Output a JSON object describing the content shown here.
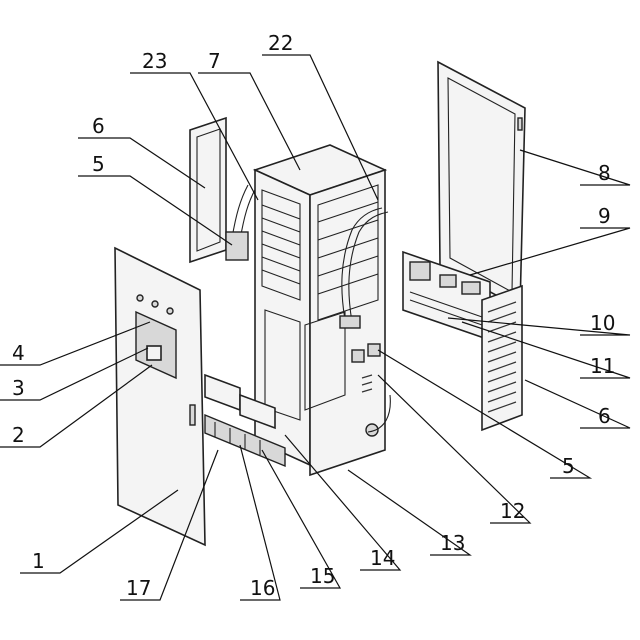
{
  "labels": {
    "l1": "1",
    "l2": "2",
    "l3": "3",
    "l4": "4",
    "l5a": "5",
    "l5b": "5",
    "l6a": "6",
    "l6b": "6",
    "l7": "7",
    "l8": "8",
    "l9": "9",
    "l10": "10",
    "l11": "11",
    "l12": "12",
    "l13": "13",
    "l14": "14",
    "l15": "15",
    "l16": "16",
    "l17": "17",
    "l22": "22",
    "l23": "23"
  }
}
